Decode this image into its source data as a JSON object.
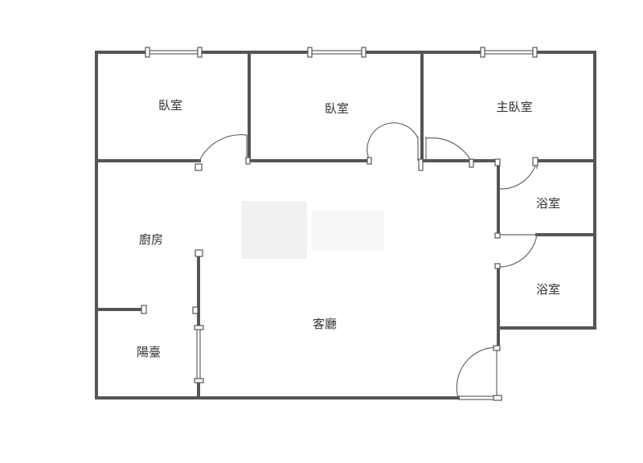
{
  "rooms": {
    "bedroom_left": "臥室",
    "bedroom_middle": "臥室",
    "master_bedroom": "主臥室",
    "bathroom_upper": "浴室",
    "bathroom_lower": "浴室",
    "kitchen": "廚房",
    "balcony": "陽臺",
    "living_room": "客廳"
  },
  "colors": {
    "wall": "#555555",
    "text": "#333333",
    "background": "#ffffff"
  }
}
